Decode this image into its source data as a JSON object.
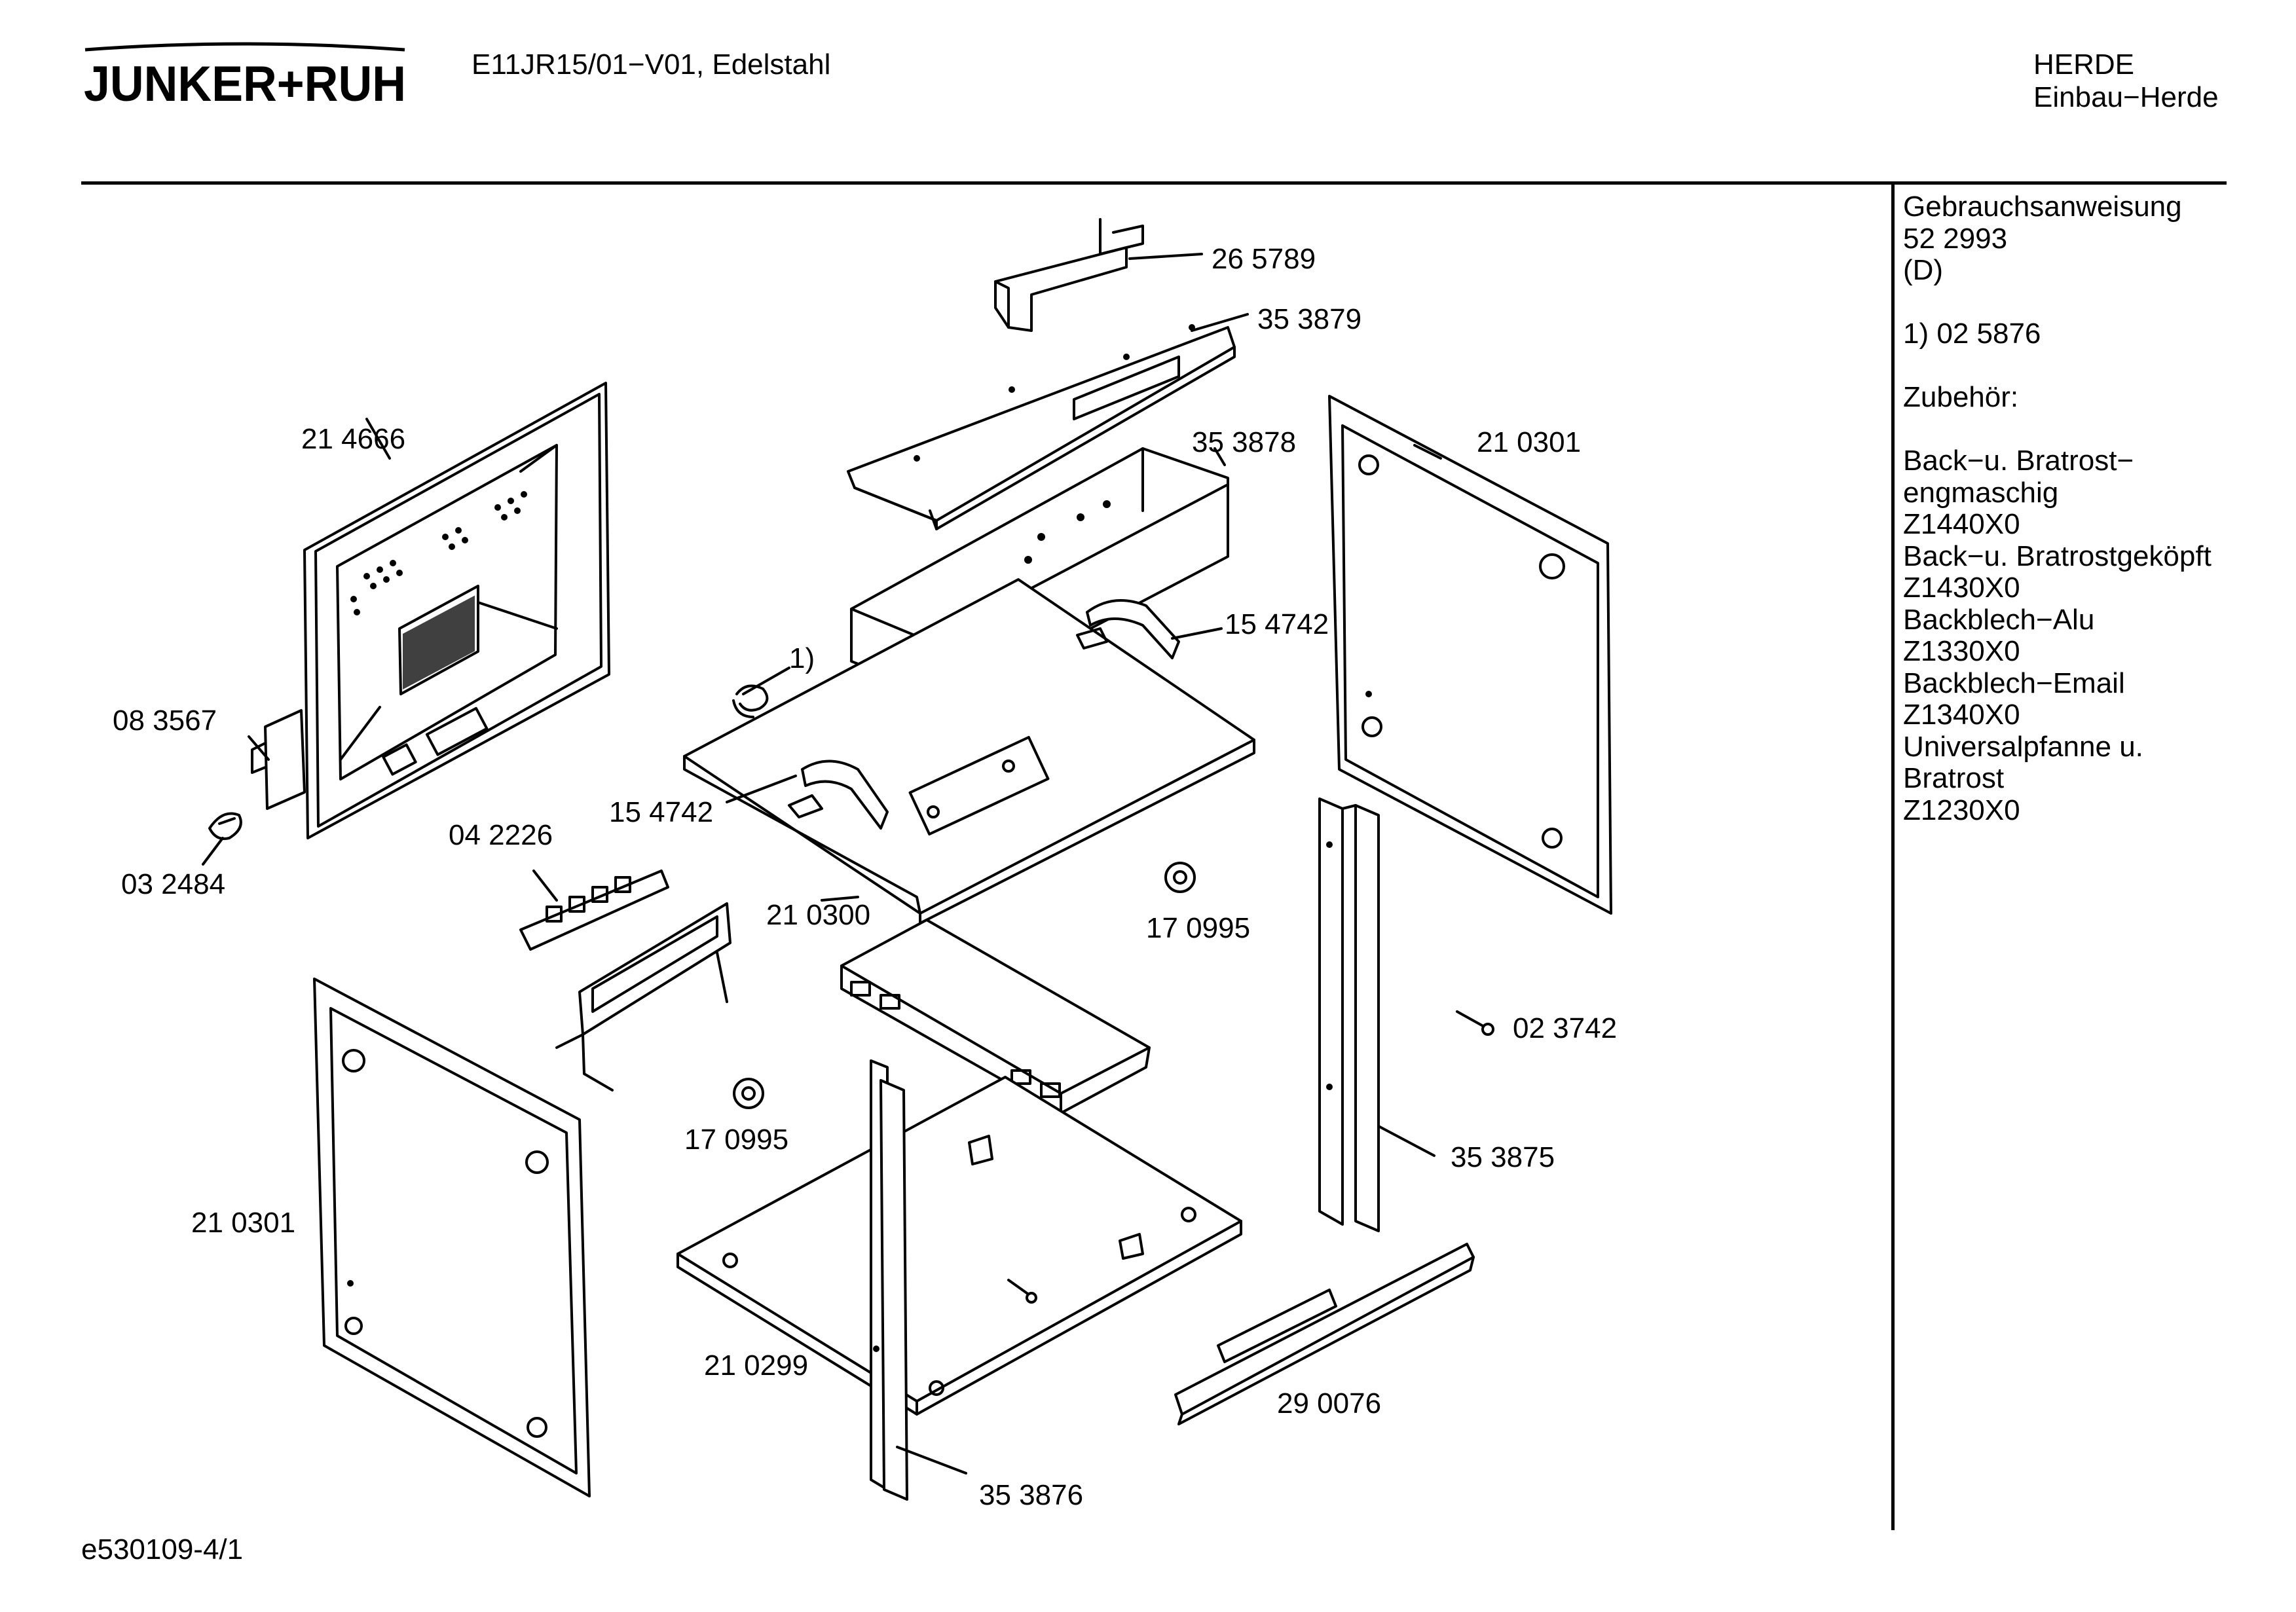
{
  "header": {
    "brand_logo_text": "JUNKER+RUH",
    "model": "E11JR15/01−V01, Edelstahl",
    "category_line1": "HERDE",
    "category_line2": "Einbau−Herde"
  },
  "sidebar": {
    "lines": [
      "Gebrauchsanweisung",
      "52 2993",
      "(D)",
      "",
      "1) 02 5876",
      "",
      "Zubehör:",
      "",
      "Back−u. Bratrost−",
      "engmaschig",
      "Z1440X0",
      "Back−u. Bratrostgeköpft",
      "Z1430X0",
      "Backblech−Alu",
      "Z1330X0",
      "Backblech−Email",
      "Z1340X0",
      "Universalpfanne u.",
      "Bratrost",
      "Z1230X0"
    ]
  },
  "parts": {
    "p265789": "26 5789",
    "p353879": "35 3879",
    "p353878": "35 3878",
    "p210301_right": "21 0301",
    "p214666": "21 4666",
    "p154742_top": "15 4742",
    "ref1": "1)",
    "p083567": "08 3567",
    "p154742_left": "15 4742",
    "p032484": "03 2484",
    "p042226": "04 2226",
    "p210300": "21 0300",
    "p170995_right": "17 0995",
    "p023742": "02 3742",
    "p170995_left": "17 0995",
    "p353875": "35 3875",
    "p210301_left": "21 0301",
    "p210299": "21 0299",
    "p290076": "29 0076",
    "p353876": "35 3876"
  },
  "footer": {
    "code": "e530109-4/1"
  }
}
